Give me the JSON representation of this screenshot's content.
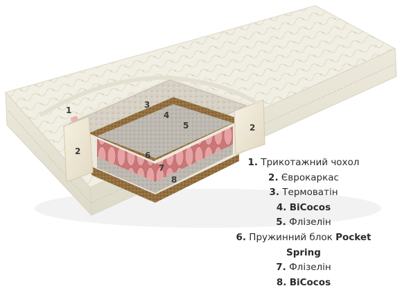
{
  "markers": {
    "m1": "1",
    "m2_left": "2",
    "m2_right": "2",
    "m3": "3",
    "m4": "4",
    "m5": "5",
    "m6": "6",
    "m7": "7",
    "m8": "8"
  },
  "legend": [
    {
      "num": "1.",
      "text": "Трикотажний чохол",
      "bold": ""
    },
    {
      "num": "2.",
      "text": "Єврокаркас",
      "bold": ""
    },
    {
      "num": "3.",
      "text": "Термоватін",
      "bold": ""
    },
    {
      "num": "4.",
      "text": "",
      "bold": "BiCocos"
    },
    {
      "num": "5.",
      "text": "Флізелін",
      "bold": ""
    },
    {
      "num": "6.",
      "text": "Пружинний блок",
      "bold": "Pocket Spring"
    },
    {
      "num": "7.",
      "text": "Флізелін",
      "bold": ""
    },
    {
      "num": "8.",
      "text": "",
      "bold": "BiCocos"
    }
  ],
  "colors": {
    "fabric": "#f1efe4",
    "quilt_line": "#d9d6c4",
    "coconut": "#9a7446",
    "felt": "#b9b5ab",
    "spring": "#d98e8e",
    "frame": "#eee8d8"
  }
}
